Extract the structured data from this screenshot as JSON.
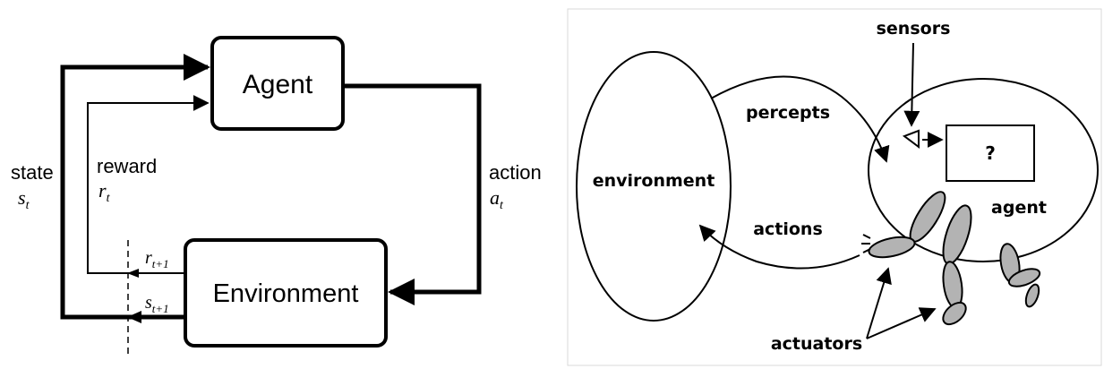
{
  "rl_loop": {
    "agent_label": "Agent",
    "environment_label": "Environment",
    "state_label": "state",
    "state_symbol": "s",
    "state_subscript": "t",
    "reward_label": "reward",
    "reward_symbol": "r",
    "reward_subscript": "t",
    "action_label": "action",
    "action_symbol": "a",
    "action_subscript": "t",
    "next_reward_symbol": "r",
    "next_reward_subscript": "t+1",
    "next_state_symbol": "s",
    "next_state_subscript": "t+1"
  },
  "agent_env": {
    "environment_label": "environment",
    "agent_label": "agent",
    "percepts_label": "percepts",
    "actions_label": "actions",
    "sensors_label": "sensors",
    "actuators_label": "actuators",
    "unknown_label": "?"
  },
  "colors": {
    "stroke": "#000000",
    "limb_fill": "#b3b3b3",
    "background": "#ffffff",
    "panel_border": "#d9d9d9"
  }
}
